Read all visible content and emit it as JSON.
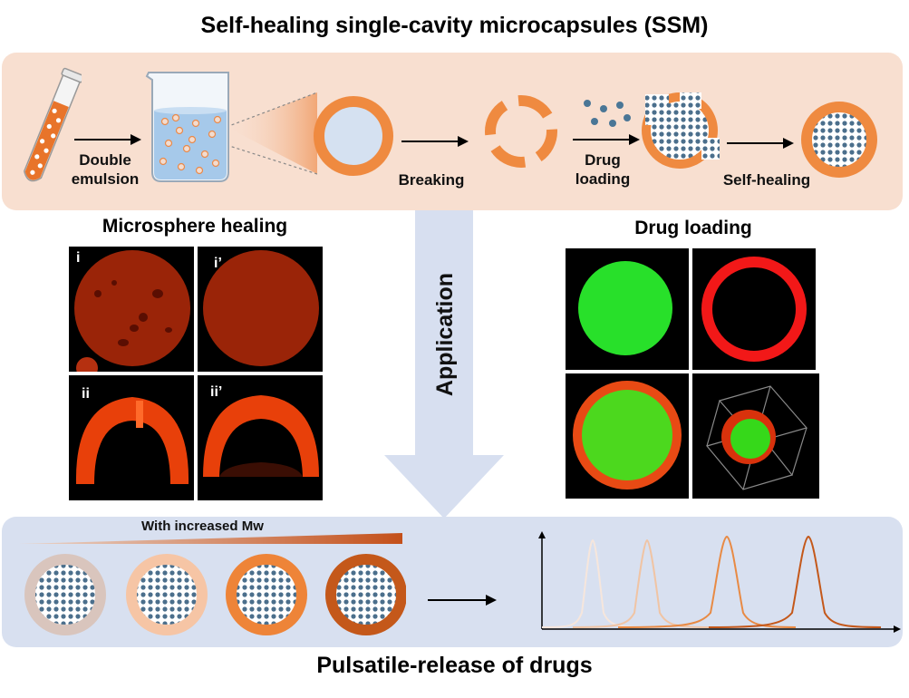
{
  "title": "Self-healing single-cavity microcapsules (SSM)",
  "bottom_title": "Pulsatile-release of drugs",
  "steps": {
    "double_emulsion": "Double\nemulsion",
    "breaking": "Breaking",
    "drug_loading": "Drug\nloading",
    "self_healing": "Self-healing"
  },
  "application_label": "Application",
  "microsphere_healing": {
    "title": "Microsphere healing",
    "tags": [
      "i",
      "i’",
      "ii",
      "ii’"
    ]
  },
  "drug_loading_panel": {
    "title": "Drug loading"
  },
  "mw_label": "With increased Mw",
  "capsule_shell_colors": [
    "#d9c5bd",
    "#f6c5a5",
    "#ee8438",
    "#c4581a"
  ],
  "release_curve_colors": [
    "#f6e6dc",
    "#f0c4a4",
    "#e88a44",
    "#c4581a"
  ]
}
